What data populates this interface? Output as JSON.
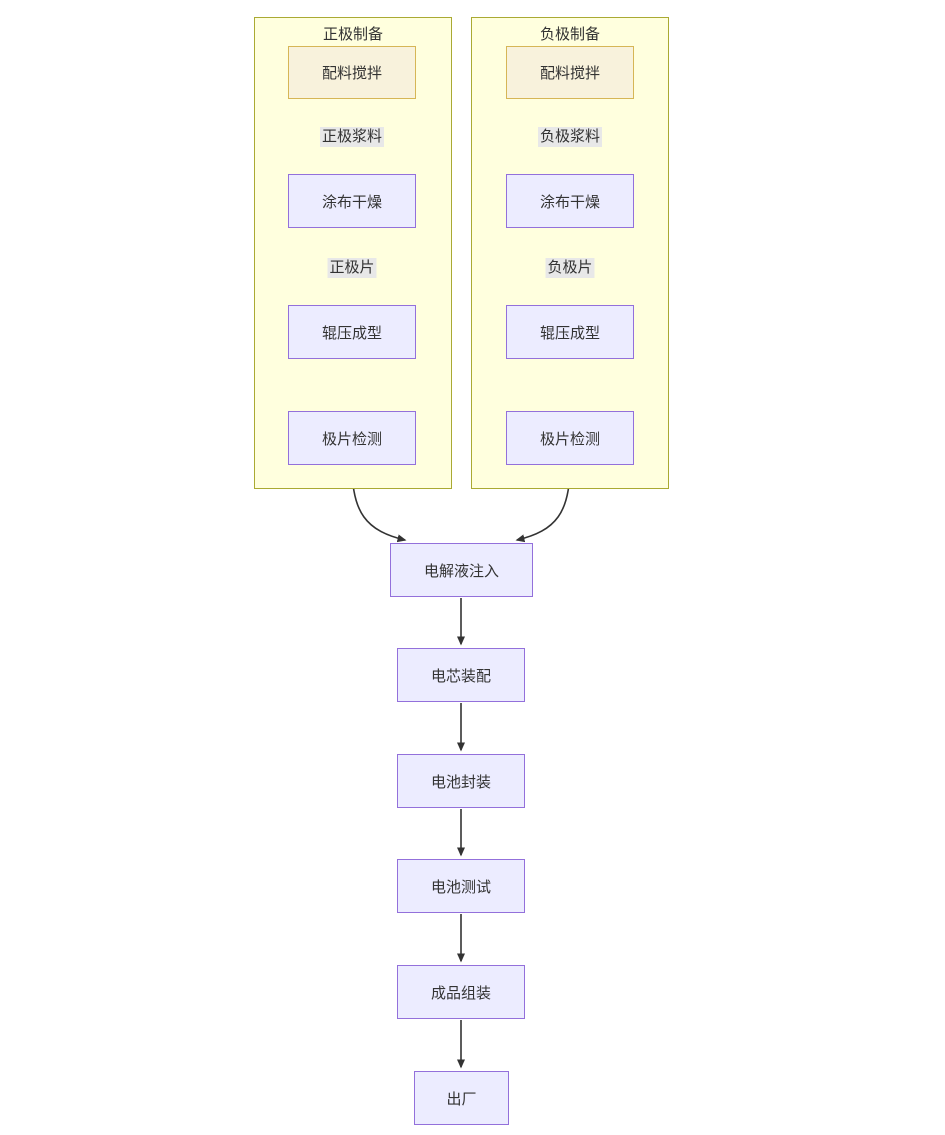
{
  "diagram": {
    "type": "flowchart",
    "direction": "top-down",
    "columns": {
      "positive": {
        "title": "正极制备",
        "nodes": {
          "mixing": "配料搅拌",
          "coating": "涂布干燥",
          "pressing": "辊压成型",
          "inspection": "极片检测"
        },
        "edge_labels": {
          "slurry": "正极浆料",
          "sheet": "正极片"
        }
      },
      "negative": {
        "title": "负极制备",
        "nodes": {
          "mixing": "配料搅拌",
          "coating": "涂布干燥",
          "pressing": "辊压成型",
          "inspection": "极片检测"
        },
        "edge_labels": {
          "slurry": "负极浆料",
          "sheet": "负极片"
        }
      }
    },
    "main_flow": {
      "injection": "电解液注入",
      "cell_assembly": "电芯装配",
      "packaging": "电池封装",
      "testing": "电池测试",
      "final_assembly": "成品组装",
      "shipping": "出厂"
    },
    "edges": [
      {
        "from": "positive.mixing",
        "to": "positive.coating",
        "label": "正极浆料"
      },
      {
        "from": "positive.coating",
        "to": "positive.pressing",
        "label": "正极片"
      },
      {
        "from": "positive.pressing",
        "to": "positive.inspection",
        "label": ""
      },
      {
        "from": "negative.mixing",
        "to": "negative.coating",
        "label": "负极浆料"
      },
      {
        "from": "negative.coating",
        "to": "negative.pressing",
        "label": "负极片"
      },
      {
        "from": "negative.pressing",
        "to": "negative.inspection",
        "label": ""
      },
      {
        "from": "positive.inspection",
        "to": "injection",
        "label": ""
      },
      {
        "from": "negative.inspection",
        "to": "injection",
        "label": ""
      },
      {
        "from": "injection",
        "to": "cell_assembly",
        "label": ""
      },
      {
        "from": "cell_assembly",
        "to": "packaging",
        "label": ""
      },
      {
        "from": "packaging",
        "to": "testing",
        "label": ""
      },
      {
        "from": "testing",
        "to": "final_assembly",
        "label": ""
      },
      {
        "from": "final_assembly",
        "to": "shipping",
        "label": ""
      }
    ]
  },
  "colors": {
    "background": "#ffffff",
    "node_fill": "#ECECFF",
    "node_border": "#9370DB",
    "start_node_fill": "#f8f2dc",
    "start_node_border": "#d6b656",
    "cluster_fill": "#ffffde",
    "cluster_border": "#aaaa33",
    "edge_color": "#333333",
    "edge_label_bg": "#e8e8e8",
    "text_color": "#333333"
  }
}
